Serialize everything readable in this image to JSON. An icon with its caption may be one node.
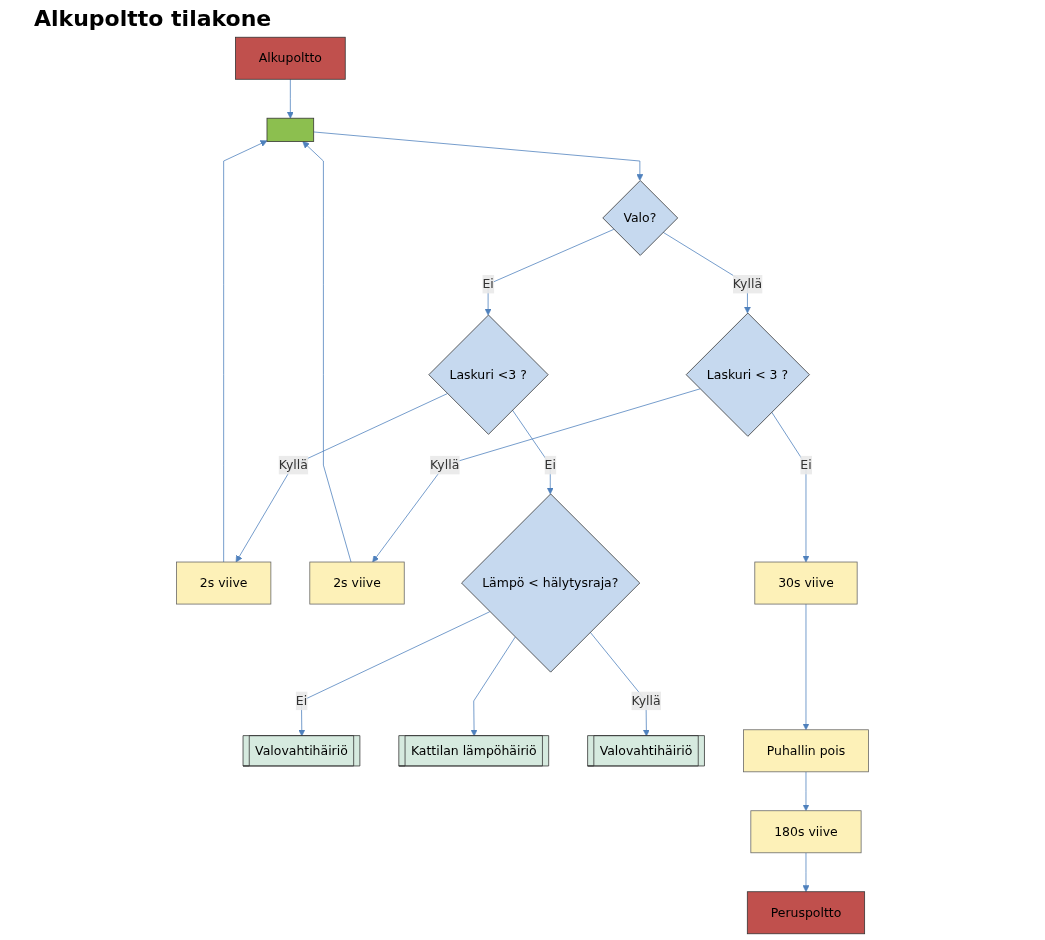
{
  "diagram": {
    "title": "Alkupoltto tilakone",
    "nodes": [
      {
        "text": [
          "Alkupoltto"
        ]
      },
      {
        "text": [],
        "shape": "box"
      },
      {
        "text": [
          "2s viive"
        ]
      },
      {
        "text": [
          "Valo?"
        ]
      },
      {
        "text": [
          "Laskuri <3 ?"
        ]
      },
      {
        "text": [
          "2s viive"
        ]
      },
      {
        "text": [
          "Laskuri < 3 ?"
        ]
      },
      {
        "text": [
          "Lämpö < hälytysraja?"
        ]
      },
      {
        "text": [
          "Valovahtihäiriö"
        ]
      },
      {
        "text": [
          "Kattilan lämpöhäiriö"
        ]
      },
      {
        "text": [
          "30s viive"
        ]
      },
      {
        "text": [
          "Valovahtihäiriö"
        ]
      },
      {
        "text": [
          "Puhallin pois"
        ]
      },
      {
        "text": [
          "180s viive"
        ]
      },
      {
        "text": [
          "Peruspoltto"
        ]
      }
    ],
    "edges": [
      {
        "from": 0,
        "to": 1,
        "arrow": "to"
      },
      {
        "from": 1,
        "to": 3,
        "arrow": "to"
      },
      {
        "from": 3,
        "to": 4,
        "arrow": "to",
        "label": "Ei"
      },
      {
        "from": 3,
        "to": 6,
        "arrow": "to",
        "label": "Kyllä"
      },
      {
        "from": 4,
        "to": 2,
        "arrow": "to",
        "label": "Kyllä"
      },
      {
        "from": 2,
        "to": 1,
        "arrow": "to"
      },
      {
        "from": 4,
        "to": 7,
        "arrow": "to",
        "label": "Ei"
      },
      {
        "from": 6,
        "to": 5,
        "arrow": "to",
        "label": "Kyllä"
      },
      {
        "from": 5,
        "to": 1,
        "arrow": "to"
      },
      {
        "from": 6,
        "to": 10,
        "arrow": "to",
        "label": "Ei"
      },
      {
        "from": 7,
        "to": 8,
        "arrow": "to",
        "label": "Ei"
      },
      {
        "from": 7,
        "to": 9,
        "arrow": "to"
      },
      {
        "from": 7,
        "to": 11,
        "arrow": "to",
        "label": "Kyllä"
      },
      {
        "from": 10,
        "to": 12,
        "arrow": "to"
      },
      {
        "from": 12,
        "to": 13,
        "arrow": "to"
      },
      {
        "from": 13,
        "to": 14,
        "arrow": "to"
      }
    ]
  }
}
